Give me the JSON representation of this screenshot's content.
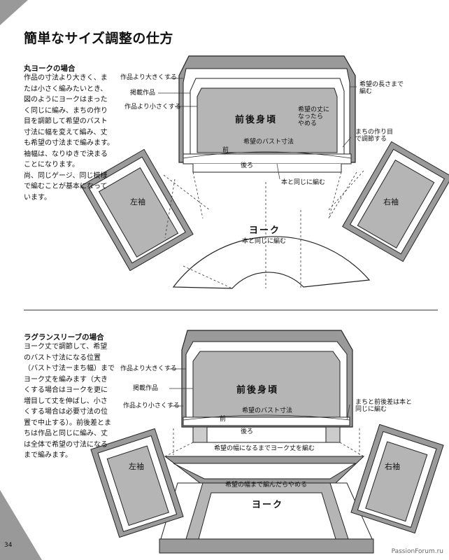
{
  "page_title": "簡単なサイズ調整の仕方",
  "section1": {
    "heading": "丸ヨークの場合",
    "body_lines": [
      "作品の寸法より大きく、ま",
      "たは小さく編みたいとき、",
      "図のようにヨークはまった",
      "く同じに編み、まちの作り",
      "目を調節して希望のバスト",
      "寸法に幅を変えて編み、丈",
      "も希望の寸法まで編みます。",
      "袖幅は、なりゆきで決まる",
      "ことになります。",
      "尚、同じゲージ、同じ模様",
      "で編むことが基本になって",
      "います。"
    ],
    "labels": {
      "larger": "作品より大きくする",
      "published": "掲載作品",
      "smaller": "作品より小さくする",
      "body": "前後身頃",
      "desired_length": "希望の丈に\nなったら\nやめる",
      "desired_length_side": "希望の長さまで\n編む",
      "desired_bust": "希望のバスト寸法",
      "front": "前",
      "back": "後ろ",
      "same_as_body": "本と同じに編む",
      "gusset": "まちの作り目\nで調節する",
      "left_sleeve": "左袖",
      "right_sleeve": "右袖",
      "yoke": "ヨーク",
      "yoke_same": "本と同じに編む"
    }
  },
  "section2": {
    "heading": "ラグランスリーブの場合",
    "body_lines": [
      "ヨーク丈で調節して、希望",
      "のバスト寸法になる位置",
      "（バスト寸法ーまち幅）まで",
      "ヨーク丈を編みます（大き",
      "くする場合はヨークを更に",
      "増目して丈を伸ばし、小さ",
      "くする場合は必要寸法の位",
      "置で中止する）。前後差とま",
      "ちは作品と同じに編み、丈",
      "は全体で希望の寸法になる",
      "まで編みます。"
    ],
    "labels": {
      "larger": "作品より大きくする",
      "published": "掲載作品",
      "smaller": "作品より小さくする",
      "body": "前後身頃",
      "desired_bust": "希望のバスト寸法",
      "front": "前",
      "back": "後ろ",
      "gusset": "まちと前後差は本と\n同じに編む",
      "yoke_length": "希望の幅になるまでヨーク丈を編む",
      "yoke_stop": "希望の幅まで編んだらやめる",
      "left_sleeve": "左袖",
      "right_sleeve": "右袖",
      "yoke": "ヨーク"
    }
  },
  "page_number": "34",
  "watermark": "PassionForum.ru"
}
